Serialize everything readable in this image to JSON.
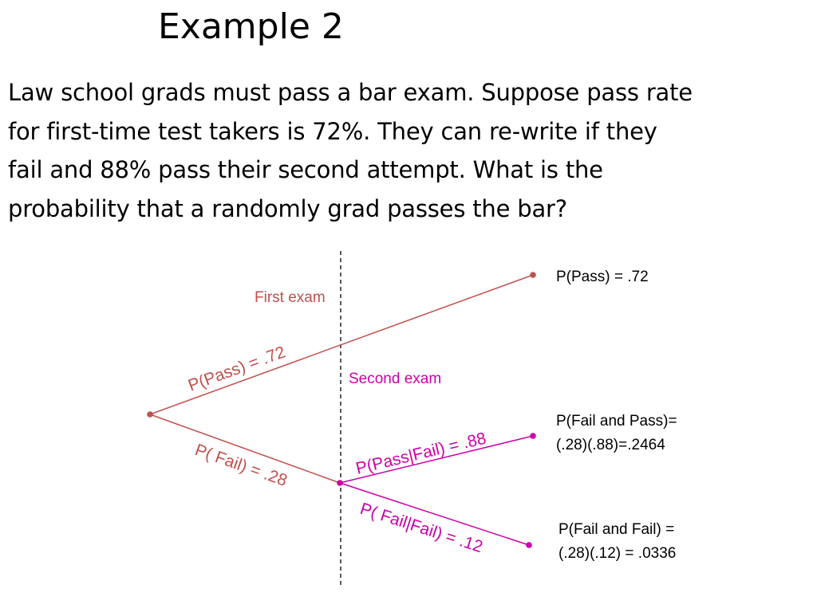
{
  "slide": {
    "title": "Example 2",
    "problem_lines": [
      "Law school grads must pass a bar exam. Suppose pass rate",
      "for first-time test takers is 72%. They can re-write if they",
      "fail and 88% pass their second attempt. What is the",
      "probability that a randomly grad passes the bar?"
    ]
  },
  "tree": {
    "sections": {
      "first": "First exam",
      "second": "Second exam"
    },
    "branches": {
      "pass": "P(Pass) = .72",
      "fail": "P( Fail) = .28",
      "pass_given_fail": "P(Pass|Fail) = .88",
      "fail_given_fail": "P( Fail|Fail) = .12"
    },
    "outcomes": {
      "pass": [
        "P(Pass) = .72"
      ],
      "fail_pass": [
        "P(Fail and Pass)=",
        "(.28)(.88)=.2464"
      ],
      "fail_fail": [
        "P(Fail and Fail) =",
        "(.28)(.12) = .0336"
      ]
    },
    "colors": {
      "first_exam": "#c0504d",
      "second_exam": "#cc00aa",
      "divider": "#000000",
      "text": "#000000"
    }
  }
}
